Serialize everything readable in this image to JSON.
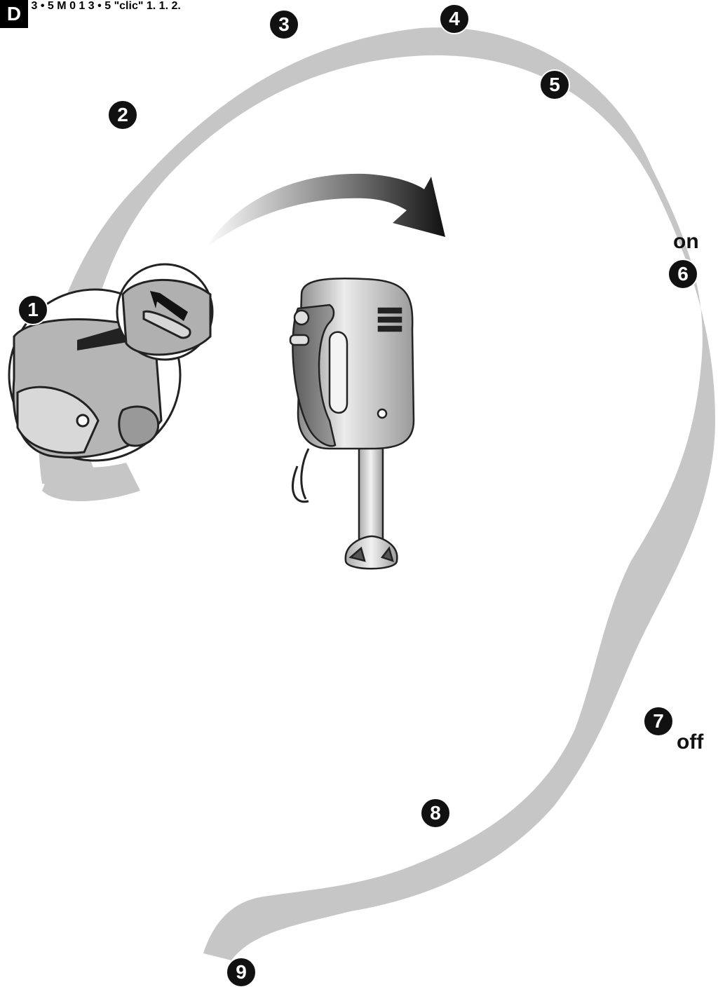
{
  "corner_label": "D",
  "steps": [
    "1",
    "2",
    "3",
    "4",
    "5",
    "6",
    "7",
    "8",
    "9"
  ],
  "labels": {
    "on": "on",
    "off": "off",
    "clic": "\"clic\""
  },
  "switch_scale": {
    "m": "M",
    "zero": "0",
    "one": "1",
    "three": "3",
    "dot": "•",
    "five": "5"
  },
  "release_steps": {
    "first": "1.",
    "second": "2."
  },
  "colors": {
    "ink": "#111111",
    "shadow": "#c4c4c4",
    "body_light": "#e6e6e6",
    "body_mid": "#a9a9a9",
    "body_dark": "#6e6e6e"
  }
}
